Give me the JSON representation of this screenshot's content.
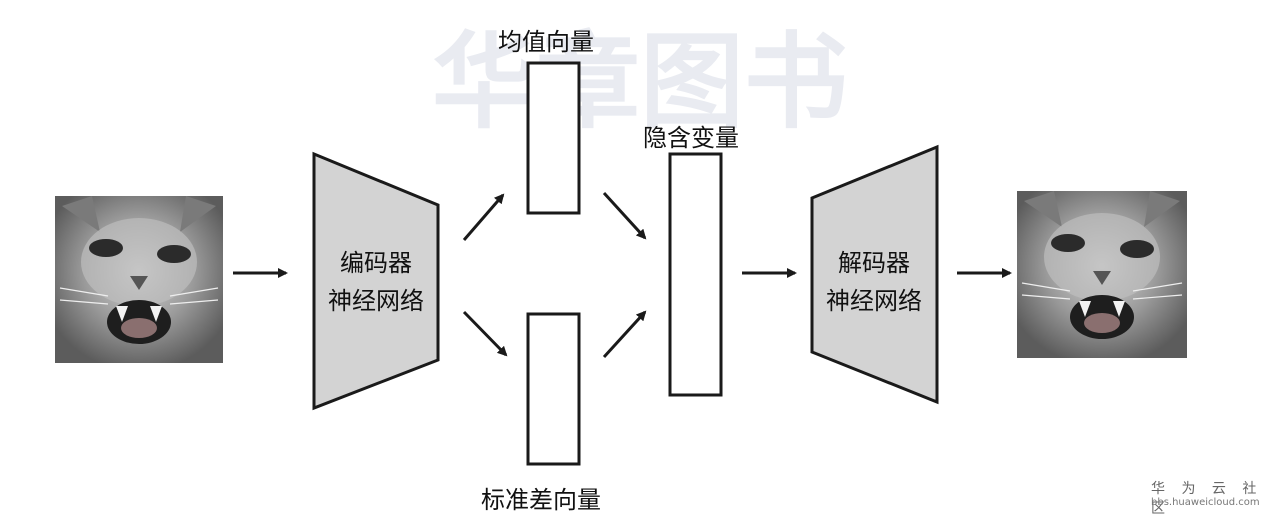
{
  "diagram": {
    "watermark_main": "华章图书",
    "labels": {
      "mean_vector": "均值向量",
      "latent_variable": "隐含变量",
      "std_vector": "标准差向量"
    },
    "encoder": {
      "line1": "编码器",
      "line2": "神经网络"
    },
    "decoder": {
      "line1": "解码器",
      "line2": "神经网络"
    },
    "input_image": "cat-photo",
    "output_image": "cat-photo"
  },
  "watermark": {
    "name": "华 为 云 社 区",
    "url": "bbs.huaweicloud.com"
  },
  "colors": {
    "trapezoid_fill": "#d3d3d3",
    "stroke": "#1a1a1a",
    "watermark": "#e8eaf0"
  }
}
